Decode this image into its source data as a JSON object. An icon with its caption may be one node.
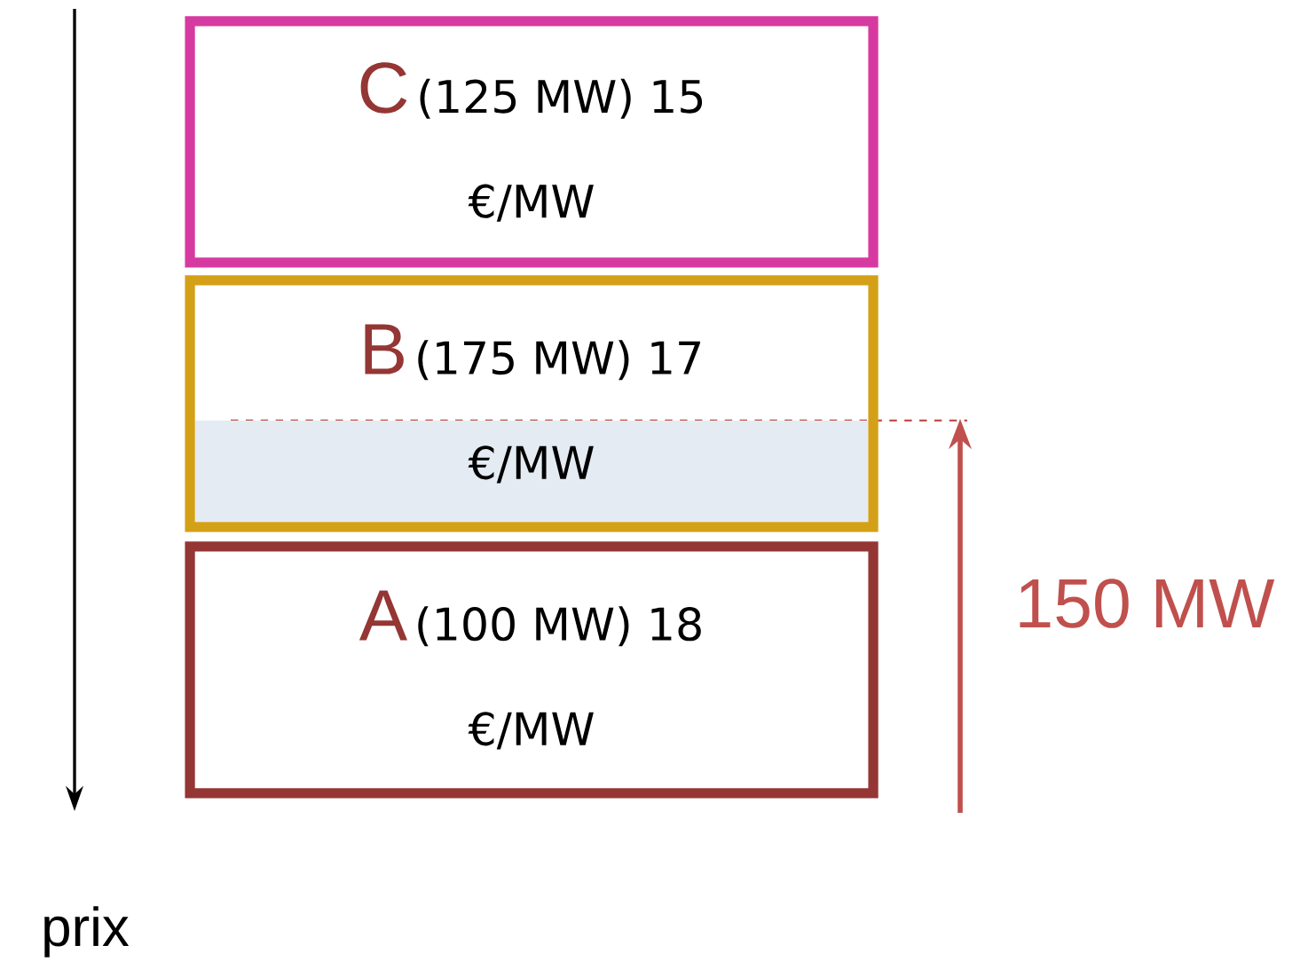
{
  "diagram": {
    "nodes": [
      {
        "text": [
          "C",
          "(125 MW) 15 €/MW"
        ]
      },
      {
        "text": [
          "B",
          "(175 MW) 17 €/MW"
        ]
      },
      {
        "text": [
          "A",
          "(100 MW) 18 €/MW"
        ]
      }
    ],
    "labels": [
      "150 MW",
      "prix"
    ]
  }
}
